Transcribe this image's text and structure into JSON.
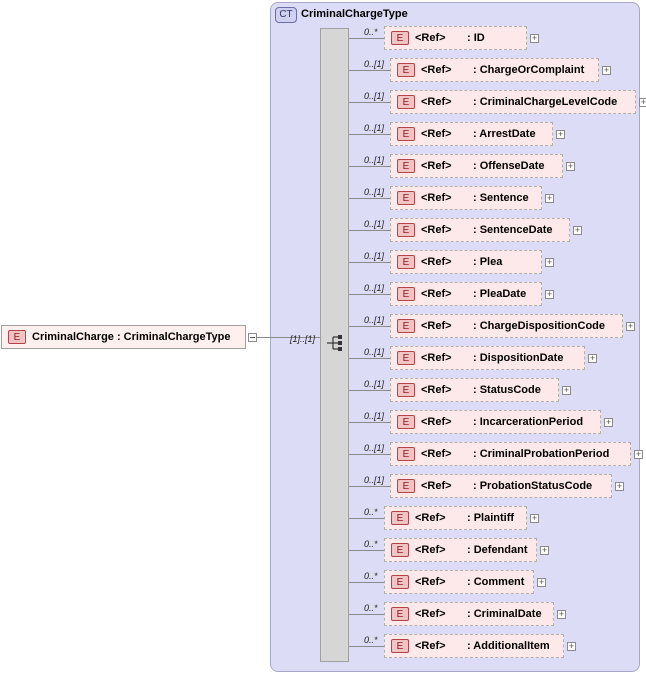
{
  "root": {
    "badge": "E",
    "label": "CriminalCharge : CriminalChargeType",
    "multiplicity": "[1]..[1]"
  },
  "complex_type": {
    "badge": "CT",
    "name": "CriminalChargeType"
  },
  "elements": [
    {
      "mult": "0..*",
      "badge": "E",
      "ref": "<Ref>",
      "name": ": ID"
    },
    {
      "mult": "0..[1]",
      "badge": "E",
      "ref": "<Ref>",
      "name": ": ChargeOrComplaint"
    },
    {
      "mult": "0..[1]",
      "badge": "E",
      "ref": "<Ref>",
      "name": ": CriminalChargeLevelCode"
    },
    {
      "mult": "0..[1]",
      "badge": "E",
      "ref": "<Ref>",
      "name": ": ArrestDate"
    },
    {
      "mult": "0..[1]",
      "badge": "E",
      "ref": "<Ref>",
      "name": ": OffenseDate"
    },
    {
      "mult": "0..[1]",
      "badge": "E",
      "ref": "<Ref>",
      "name": ": Sentence"
    },
    {
      "mult": "0..[1]",
      "badge": "E",
      "ref": "<Ref>",
      "name": ": SentenceDate"
    },
    {
      "mult": "0..[1]",
      "badge": "E",
      "ref": "<Ref>",
      "name": ": Plea"
    },
    {
      "mult": "0..[1]",
      "badge": "E",
      "ref": "<Ref>",
      "name": ": PleaDate"
    },
    {
      "mult": "0..[1]",
      "badge": "E",
      "ref": "<Ref>",
      "name": ": ChargeDispositionCode"
    },
    {
      "mult": "0..[1]",
      "badge": "E",
      "ref": "<Ref>",
      "name": ": DispositionDate"
    },
    {
      "mult": "0..[1]",
      "badge": "E",
      "ref": "<Ref>",
      "name": ": StatusCode"
    },
    {
      "mult": "0..[1]",
      "badge": "E",
      "ref": "<Ref>",
      "name": ": IncarcerationPeriod"
    },
    {
      "mult": "0..[1]",
      "badge": "E",
      "ref": "<Ref>",
      "name": ": CriminalProbationPeriod"
    },
    {
      "mult": "0..[1]",
      "badge": "E",
      "ref": "<Ref>",
      "name": ": ProbationStatusCode"
    },
    {
      "mult": "0..*",
      "badge": "E",
      "ref": "<Ref>",
      "name": ": Plaintiff"
    },
    {
      "mult": "0..*",
      "badge": "E",
      "ref": "<Ref>",
      "name": ": Defendant"
    },
    {
      "mult": "0..*",
      "badge": "E",
      "ref": "<Ref>",
      "name": ": Comment"
    },
    {
      "mult": "0..*",
      "badge": "E",
      "ref": "<Ref>",
      "name": ": CriminalDate"
    },
    {
      "mult": "0..*",
      "badge": "E",
      "ref": "<Ref>",
      "name": ": AdditionalItem"
    }
  ],
  "expand_symbol": "+"
}
